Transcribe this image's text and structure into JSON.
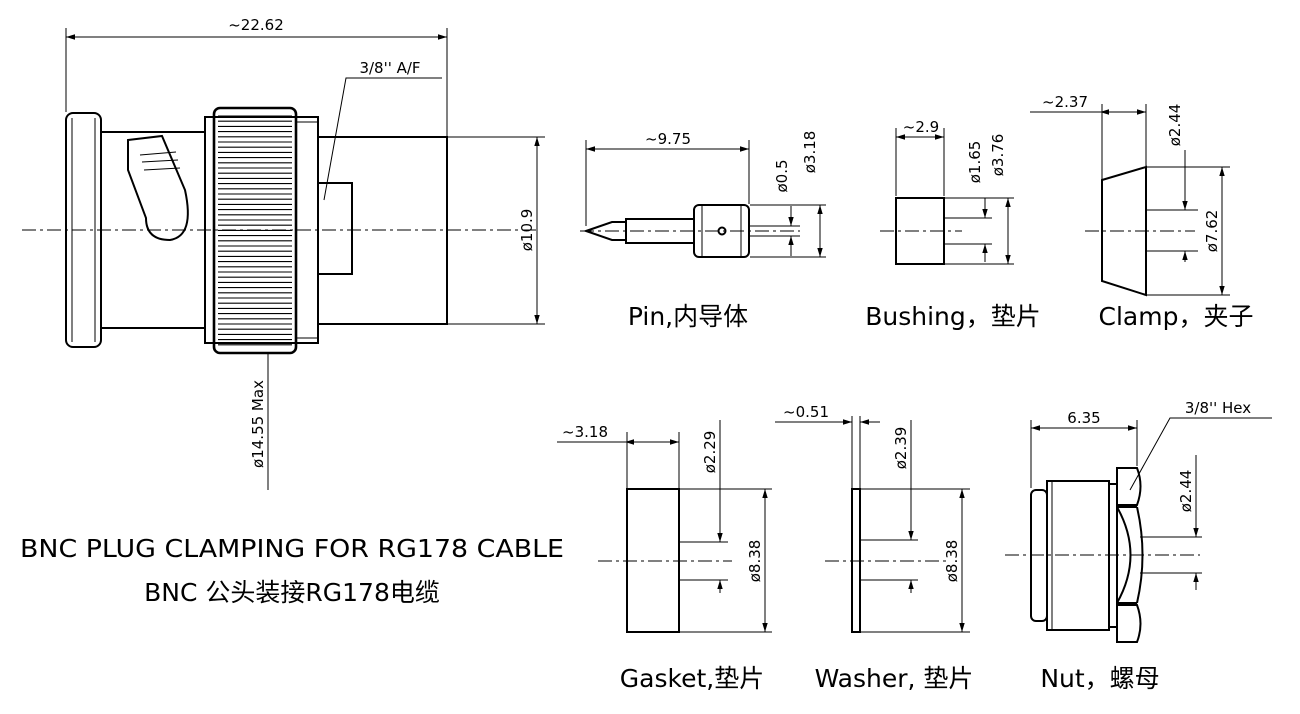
{
  "title": {
    "line1": "BNC PLUG CLAMPING FOR RG178 CABLE",
    "line2": "BNC 公头装接RG178电缆"
  },
  "plug": {
    "overall_length": "~22.62",
    "hex_label": "3/8'' A/F",
    "body_diameter": "ø10.9",
    "max_diameter": "ø14.55 Max"
  },
  "pin": {
    "caption": "Pin,内导体",
    "length": "~9.75",
    "inner_diameter": "ø0.5",
    "outer_diameter": "ø3.18"
  },
  "bushing": {
    "caption": "Bushing，垫片",
    "length": "~2.9",
    "inner_diameter": "ø1.65",
    "outer_diameter": "ø3.76"
  },
  "clamp": {
    "caption": "Clamp，夹子",
    "length": "~2.37",
    "inner_diameter": "ø2.44",
    "outer_diameter": "ø7.62"
  },
  "gasket": {
    "caption": "Gasket,垫片",
    "length": "~3.18",
    "inner_diameter": "ø2.29",
    "outer_diameter": "ø8.38"
  },
  "washer": {
    "caption": "Washer, 垫片",
    "length": "~0.51",
    "inner_diameter": "ø2.39",
    "outer_diameter": "ø8.38"
  },
  "nut": {
    "caption": "Nut，螺母",
    "length": "6.35",
    "hex_label": "3/8'' Hex",
    "inner_diameter": "ø2.44"
  }
}
